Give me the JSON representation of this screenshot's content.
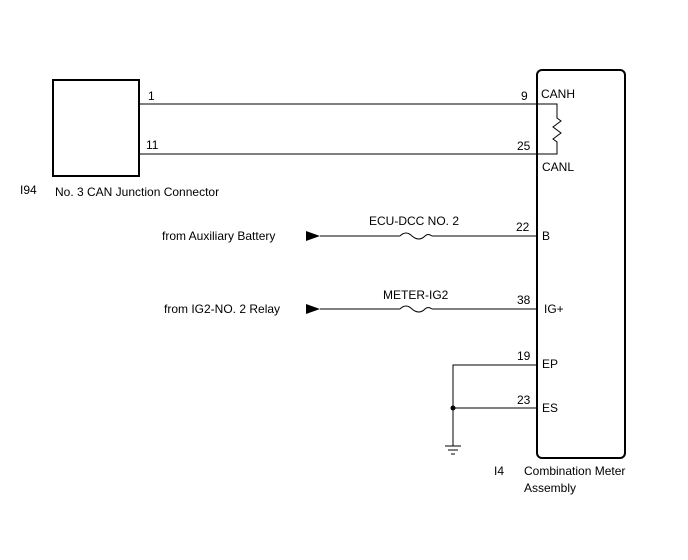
{
  "connector_left": {
    "code": "I94",
    "name": "No. 3 CAN Junction Connector",
    "pin_top": "1",
    "pin_bottom": "11"
  },
  "meter": {
    "code": "I4",
    "name_line1": "Combination Meter",
    "name_line2": "Assembly",
    "pins": {
      "canh": {
        "number": "9",
        "label": "CANH"
      },
      "canl": {
        "number": "25",
        "label": "CANL"
      },
      "b": {
        "number": "22",
        "label": "B"
      },
      "ig": {
        "number": "38",
        "label": "IG+"
      },
      "ep": {
        "number": "19",
        "label": "EP"
      },
      "es": {
        "number": "23",
        "label": "ES"
      }
    }
  },
  "inputs": {
    "battery_source": "from Auxiliary Battery",
    "battery_fuse": "ECU-DCC NO. 2",
    "ig_source": "from IG2-NO. 2 Relay",
    "ig_fuse": "METER-IG2"
  }
}
